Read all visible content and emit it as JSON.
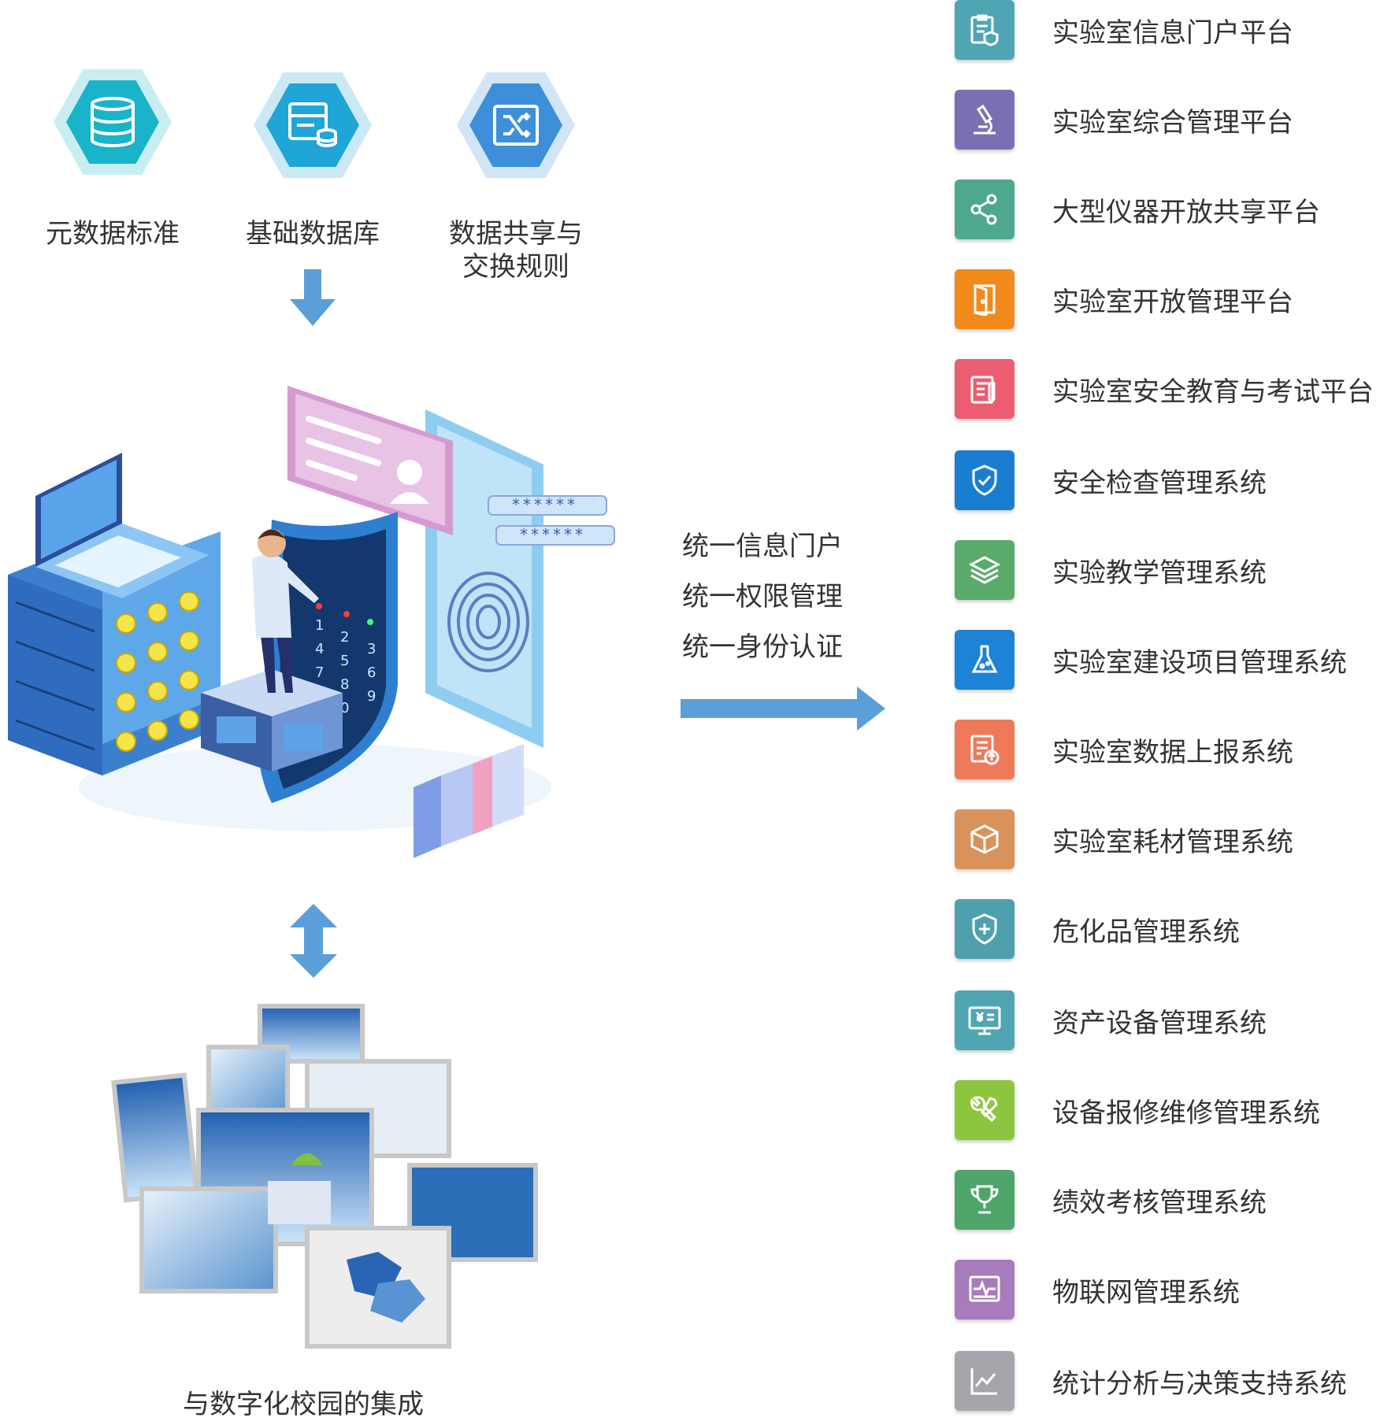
{
  "data_layers": [
    {
      "label": "元数据标准",
      "icon": "database-icon",
      "color": "#19b4c9"
    },
    {
      "label": "基础数据库",
      "icon": "server-database-icon",
      "color": "#1fa5d6"
    },
    {
      "label": "数据共享与\n交换规则",
      "icon": "shuffle-icon",
      "color": "#3d8fd9"
    }
  ],
  "unified_labels": [
    "统一信息门户",
    "统一权限管理",
    "统一身份认证"
  ],
  "campus_label": "与数字化校园的集成",
  "systems": [
    {
      "label": "实验室信息门户平台",
      "icon": "clipboard-shield-icon",
      "color": "#4fa5b4"
    },
    {
      "label": "实验室综合管理平台",
      "icon": "microscope-icon",
      "color": "#7b6fb3"
    },
    {
      "label": "大型仪器开放共享平台",
      "icon": "share-icon",
      "color": "#4ea88f"
    },
    {
      "label": "实验室开放管理平台",
      "icon": "door-icon",
      "color": "#f08b1b"
    },
    {
      "label": "实验室安全教育与考试平台",
      "icon": "exam-paper-icon",
      "color": "#ec5d70"
    },
    {
      "label": "安全检查管理系统",
      "icon": "shield-check-icon",
      "color": "#1a7ed0"
    },
    {
      "label": "实验教学管理系统",
      "icon": "layers-icon",
      "color": "#5aaa6a"
    },
    {
      "label": "实验室建设项目管理系统",
      "icon": "flask-icon",
      "color": "#1d83d6"
    },
    {
      "label": "实验室数据上报系统",
      "icon": "report-upload-icon",
      "color": "#ef7a5a"
    },
    {
      "label": "实验室耗材管理系统",
      "icon": "box-icon",
      "color": "#d9925a"
    },
    {
      "label": "危化品管理系统",
      "icon": "shield-plus-icon",
      "color": "#4fa0ad"
    },
    {
      "label": "资产设备管理系统",
      "icon": "monitor-yen-icon",
      "color": "#4fa6b2"
    },
    {
      "label": "设备报修维修管理系统",
      "icon": "wrench-screwdriver-icon",
      "color": "#8cc63f"
    },
    {
      "label": "绩效考核管理系统",
      "icon": "trophy-icon",
      "color": "#4ea56a"
    },
    {
      "label": "物联网管理系统",
      "icon": "pulse-monitor-icon",
      "color": "#a87bbd"
    },
    {
      "label": "统计分析与决策支持系统",
      "icon": "line-chart-icon",
      "color": "#a8a4ab"
    }
  ],
  "illustration_digits": [
    "1",
    "2",
    "3",
    "4",
    "5",
    "6",
    "7",
    "8",
    "9",
    "0"
  ],
  "arrow_color": "#5b9fd8"
}
